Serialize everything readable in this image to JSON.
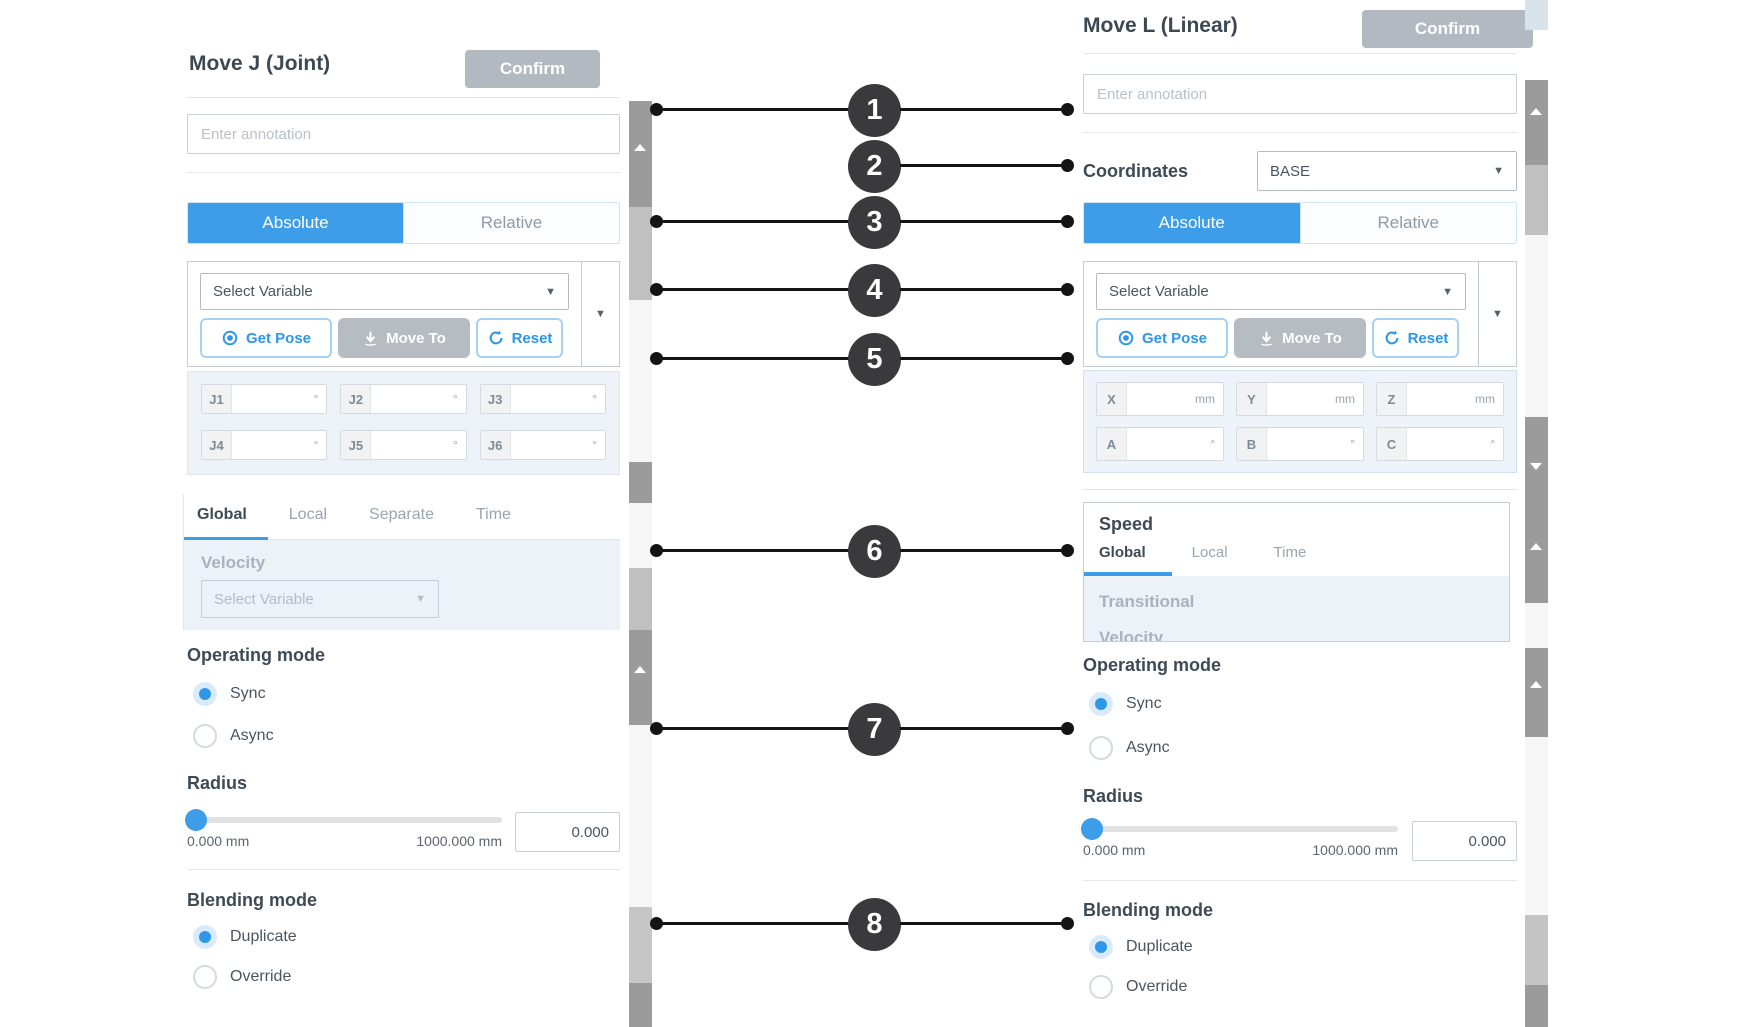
{
  "left_panel": {
    "title": "Move J (Joint)",
    "confirm_label": "Confirm",
    "annotation_placeholder": "Enter annotation",
    "tabs": {
      "absolute": "Absolute",
      "relative": "Relative"
    },
    "variable_select": {
      "placeholder": "Select Variable"
    },
    "actions": {
      "get_pose": "Get Pose",
      "move_to": "Move To",
      "reset": "Reset"
    },
    "joint_fields": [
      {
        "label": "J1",
        "unit": "°"
      },
      {
        "label": "J2",
        "unit": "°"
      },
      {
        "label": "J3",
        "unit": "°"
      },
      {
        "label": "J4",
        "unit": "°"
      },
      {
        "label": "J5",
        "unit": "°"
      },
      {
        "label": "J6",
        "unit": "°"
      }
    ],
    "speed_tabs": {
      "global": "Global",
      "local": "Local",
      "separate": "Separate",
      "time": "Time"
    },
    "velocity": {
      "label": "Velocity",
      "placeholder": "Select Variable"
    },
    "operating_mode": {
      "label": "Operating mode",
      "sync": "Sync",
      "async": "Async",
      "selected": "Sync"
    },
    "radius": {
      "label": "Radius",
      "min_label": "0.000 mm",
      "max_label": "1000.000 mm",
      "value": "0.000"
    },
    "blending_mode": {
      "label": "Blending mode",
      "duplicate": "Duplicate",
      "override": "Override",
      "selected": "Duplicate"
    }
  },
  "right_panel": {
    "title": "Move L (Linear)",
    "confirm_label": "Confirm",
    "annotation_placeholder": "Enter annotation",
    "coordinates": {
      "label": "Coordinates",
      "value": "BASE"
    },
    "tabs": {
      "absolute": "Absolute",
      "relative": "Relative"
    },
    "variable_select": {
      "placeholder": "Select Variable"
    },
    "actions": {
      "get_pose": "Get Pose",
      "move_to": "Move To",
      "reset": "Reset"
    },
    "position_fields": [
      {
        "label": "X",
        "unit": "mm"
      },
      {
        "label": "Y",
        "unit": "mm"
      },
      {
        "label": "Z",
        "unit": "mm"
      }
    ],
    "rotation_fields": [
      {
        "label": "A",
        "unit": "°"
      },
      {
        "label": "B",
        "unit": "°"
      },
      {
        "label": "C",
        "unit": "°"
      }
    ],
    "speed": {
      "title": "Speed",
      "tabs": {
        "global": "Global",
        "local": "Local",
        "time": "Time"
      },
      "transitional_label": "Transitional",
      "clipped_label": "Velocity"
    },
    "operating_mode": {
      "label": "Operating mode",
      "sync": "Sync",
      "async": "Async",
      "selected": "Sync"
    },
    "radius": {
      "label": "Radius",
      "min_label": "0.000 mm",
      "max_label": "1000.000 mm",
      "value": "0.000"
    },
    "blending_mode": {
      "label": "Blending mode",
      "duplicate": "Duplicate",
      "override": "Override",
      "selected": "Duplicate"
    }
  },
  "callouts": [
    {
      "label": "1"
    },
    {
      "label": "2"
    },
    {
      "label": "3"
    },
    {
      "label": "4"
    },
    {
      "label": "5"
    },
    {
      "label": "6"
    },
    {
      "label": "7"
    },
    {
      "label": "8"
    }
  ],
  "colors": {
    "accent": "#3e9de9",
    "callout_circle": "#3a3a3c",
    "confirm_button": "#b2b9c0"
  }
}
